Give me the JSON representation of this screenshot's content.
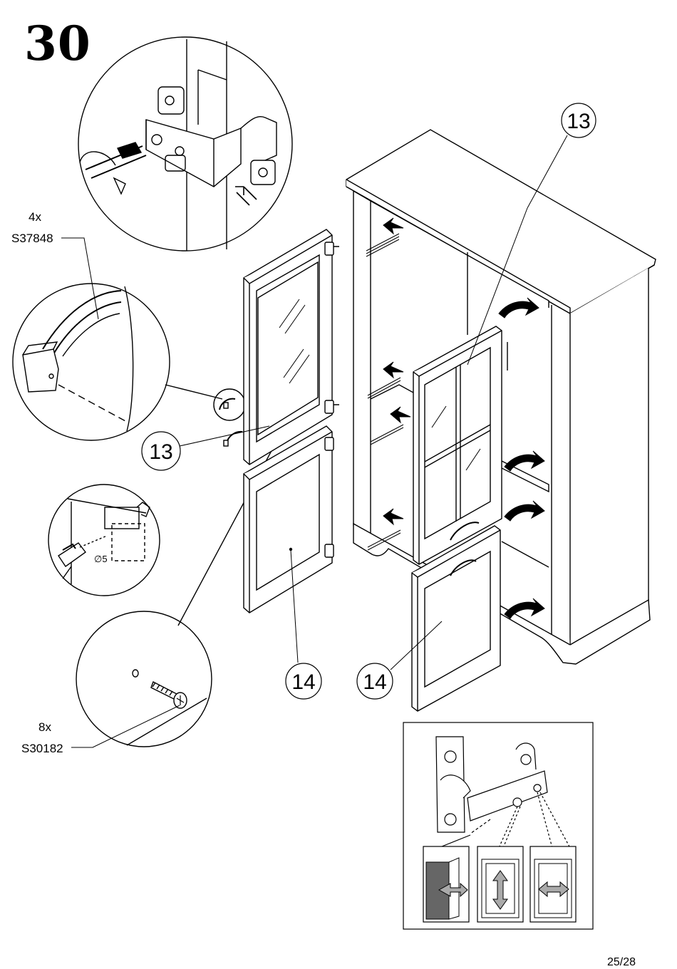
{
  "step": {
    "number": "30"
  },
  "parts": {
    "handle": {
      "quantity": "4x",
      "code": "S37848"
    },
    "screw": {
      "quantity": "8x",
      "code": "S30182"
    }
  },
  "callouts": {
    "part_13_top": "13",
    "part_13_left": "13",
    "part_14_left": "14",
    "part_14_center": "14"
  },
  "drill": {
    "diameter_label": "∅5"
  },
  "page": {
    "number": "25/28"
  },
  "icons": [
    "screwdriver-rotate-arrow-icon",
    "push-arrow-icon",
    "hinge-adjust-depth-icon",
    "hinge-adjust-vertical-icon",
    "hinge-adjust-horizontal-icon"
  ]
}
